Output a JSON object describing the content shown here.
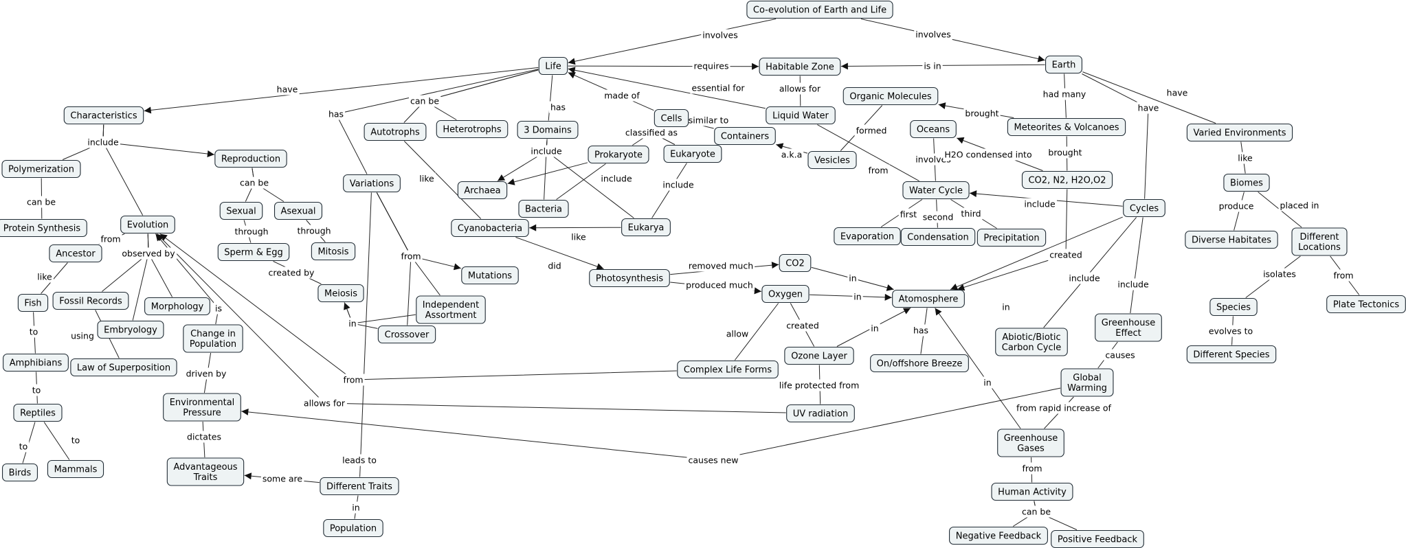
{
  "title": "Co-evolution of Earth and Life",
  "nodes": {
    "root": "Co-evolution of Earth and Life",
    "life": "Life",
    "earth": "Earth",
    "habitable": "Habitable Zone",
    "characteristics": "Characteristics",
    "autotrophs": "Autotrophs",
    "heterotrophs": "Heterotrophs",
    "domains3": "3 Domains",
    "cells": "Cells",
    "liquid_water": "Liquid Water",
    "organic": "Organic Molecules",
    "meteorites": "Meteorites & Volcanoes",
    "oceans": "Oceans",
    "varied_env": "Varied Environments",
    "polymerization": "Polymerization",
    "reproduction": "Reproduction",
    "variations": "Variations",
    "prokaryote": "Prokaryote",
    "eukaryote": "Eukaryote",
    "containers": "Containers",
    "vesicles": "Vesicles",
    "co2n2": "CO2, N2, H2O,O2",
    "biomes": "Biomes",
    "cycles": "Cycles",
    "archaea": "Archaea",
    "bacteria": "Bacteria",
    "eukarya": "Eukarya",
    "cyanobacteria": "Cyanobacteria",
    "water_cycle": "Water Cycle",
    "protein_synth": "Protein Synthesis",
    "sexual": "Sexual",
    "asexual": "Asexual",
    "evolution": "Evolution",
    "diverse_hab": "Diverse Habitates",
    "diff_locations": "Different\nLocations",
    "evaporation": "Evaporation",
    "condensation": "Condensation",
    "precipitation": "Precipitation",
    "sperm_egg": "Sperm & Egg",
    "mitosis": "Mitosis",
    "ancestor": "Ancestor",
    "mutations": "Mutations",
    "co2": "CO2",
    "photosynthesis": "Photosynthesis",
    "oxygen": "Oxygen",
    "meiosis": "Meiosis",
    "fish": "Fish",
    "fossil": "Fossil Records",
    "morphology": "Morphology",
    "indep_assort": "Independent\nAssortment",
    "atmosphere": "Atomosphere",
    "species": "Species",
    "plate_tect": "Plate Tectonics",
    "embryology": "Embryology",
    "change_pop": "Change in\nPopulation",
    "crossover": "Crossover",
    "greenhouse_effect": "Greenhouse\nEffect",
    "abiotic": "Abiotic/Biotic\nCarbon Cycle",
    "amphibians": "Amphibians",
    "law_super": "Law of Superposition",
    "ozone": "Ozone Layer",
    "onoff": "On/offshore Breeze",
    "complex_life": "Complex Life Forms",
    "diff_species": "Different Species",
    "global_warming": "Global\nWarming",
    "env_pressure": "Environmental\nPressure",
    "reptiles": "Reptiles",
    "uv": "UV radiation",
    "greenhouse_gases": "Greenhouse\nGases",
    "advantageous": "Advantageous\nTraits",
    "birds": "Birds",
    "mammals": "Mammals",
    "diff_traits": "Different Traits",
    "human_activity": "Human Activity",
    "population": "Population",
    "neg_feedback": "Negative Feedback",
    "pos_feedback": "Positive Feedback"
  },
  "link_labels": {
    "involves": "involves",
    "requires": "requires",
    "is_in": "is in",
    "have": "have",
    "has": "has",
    "can_be": "can be",
    "made_of": "made of",
    "essential_for": "essential for",
    "allows_for": "allows for",
    "had_many": "had many",
    "brought": "brought",
    "include": "include",
    "similar_to": "similar to",
    "classified_as": "classified as",
    "formed": "formed",
    "aka": "a.k.a",
    "h2o_condensed": "H2O condensed into",
    "like": "like",
    "from": "from",
    "first": "first",
    "second": "second",
    "third": "third",
    "produce": "produce",
    "placed_in": "placed in",
    "through": "through",
    "observed_by": "observed by",
    "did": "did",
    "removed_much": "removed much",
    "produced_much": "produced much",
    "in": "in",
    "created": "created",
    "created_by": "created by",
    "isolates": "isolates",
    "is": "is",
    "to": "to",
    "using": "using",
    "allow": "allow",
    "evolves_to": "evolves to",
    "causes": "causes",
    "driven_by": "driven by",
    "life_protected_from": "life protected from",
    "from_rapid": "from rapid increase of",
    "dictates": "dictates",
    "causes_new": "causes new",
    "leads_to": "leads to",
    "some_are": "some are"
  }
}
